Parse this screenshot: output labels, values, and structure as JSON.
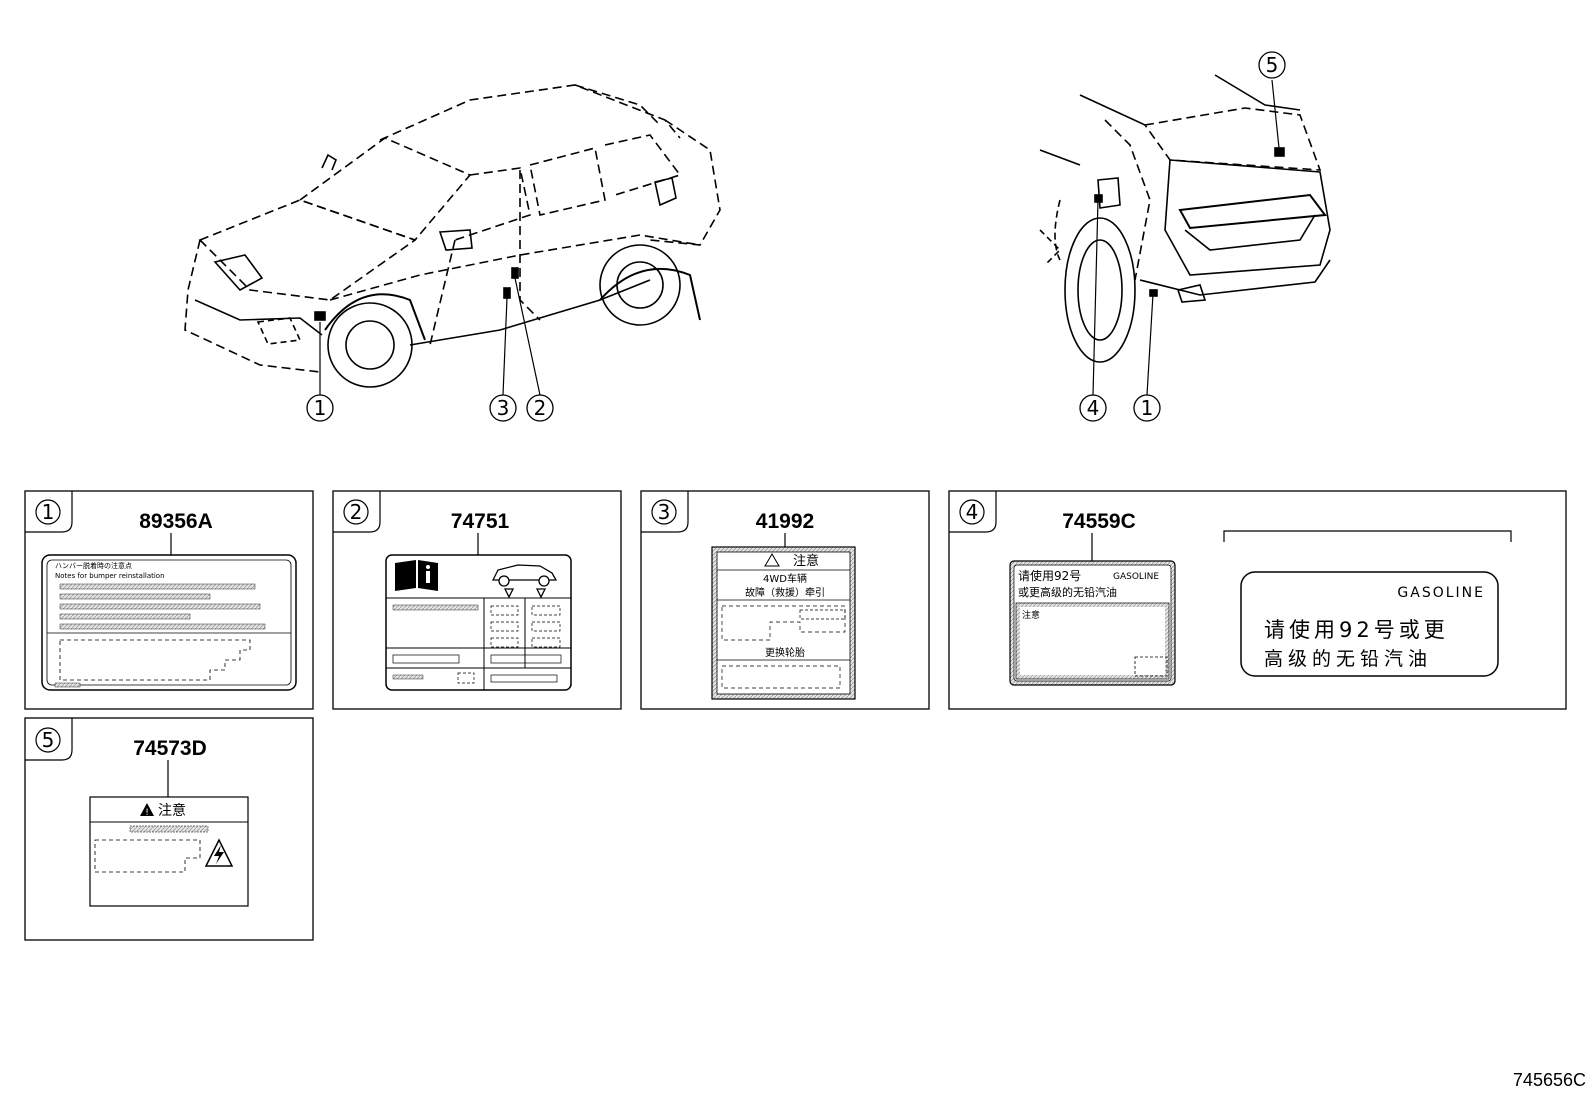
{
  "callouts": {
    "c1": "1",
    "c2": "2",
    "c3": "3",
    "c4": "4",
    "c5": "5"
  },
  "panels": [
    {
      "index": "1",
      "part_number": "89356A",
      "label_lines": [
        "ハンバー脱着時の注意点",
        "Notes for bumper reinstallation"
      ]
    },
    {
      "index": "2",
      "part_number": "74751"
    },
    {
      "index": "3",
      "part_number": "41992",
      "label_lines": [
        "注意",
        "4WD车辆",
        "故障（救援）牵引",
        "更换轮胎"
      ]
    },
    {
      "index": "4",
      "part_number": "74559C",
      "label_lines": [
        "请使用92号",
        "GASOLINE",
        "或更高级的无铅汽油",
        "注意"
      ],
      "detail": {
        "title": "GASOLINE",
        "line1": "请使用92号或更",
        "line2": "高级的无铅汽油"
      }
    },
    {
      "index": "5",
      "part_number": "74573D",
      "label_lines": [
        "注意"
      ]
    }
  ],
  "figure_code": "745656C",
  "colors": {
    "line": "#000000",
    "label_gray": "#cfcfcf",
    "background": "#ffffff"
  }
}
